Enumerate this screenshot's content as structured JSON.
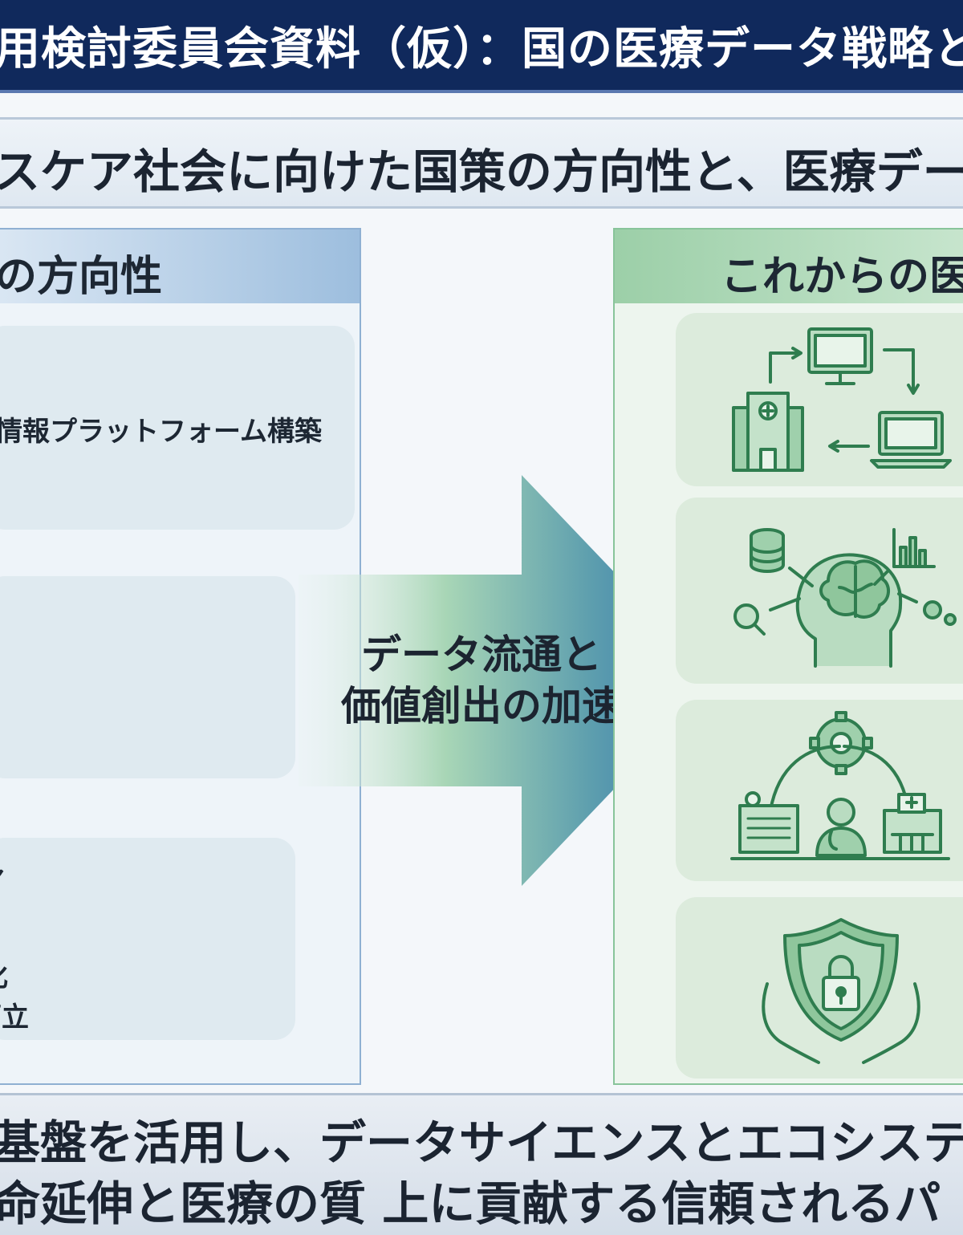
{
  "header": {
    "title": "用検討委員会資料（仮）：国の医療データ戦略と"
  },
  "subtitle": {
    "text": "スケア社会に向けた国策の方向性と、医療デー"
  },
  "left_panel": {
    "title": "の方向性",
    "cards": [
      {
        "lines": [
          "情報プラットフォーム構築"
        ]
      },
      {
        "lines": []
      },
      {
        "lines": [
          "ア",
          "化",
          "両立"
        ]
      }
    ]
  },
  "arrow": {
    "line1": "データ流通と",
    "line2": "価値創出の加速"
  },
  "right_panel": {
    "title": "これからの医",
    "icons": [
      "hospital-computer-laptop-network-icon",
      "database-brain-analytics-icon",
      "gear-hospital-doctor-pharmacy-icon",
      "shield-lock-hands-icon"
    ],
    "accent": "#3e9b63"
  },
  "footer": {
    "line1": "基盤を活用し、データサイエンスとエコシステ",
    "line2": "命延伸と医療の質 上に貢献する信頼されるパ"
  }
}
